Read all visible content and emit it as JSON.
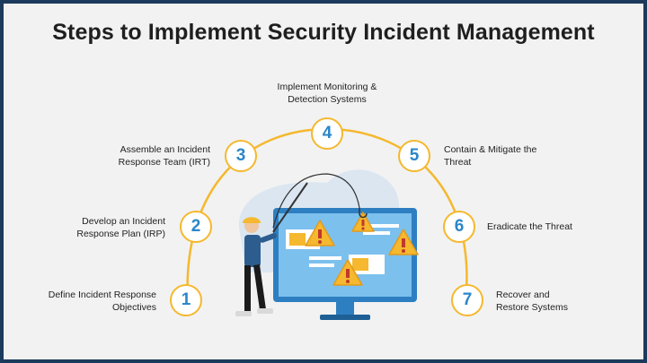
{
  "title": "Steps to Implement Security Incident Management",
  "steps": [
    {
      "num": "1",
      "label_lines": [
        "Define Incident Response",
        "Objectives"
      ]
    },
    {
      "num": "2",
      "label_lines": [
        "Develop an Incident",
        "Response Plan (IRP)"
      ]
    },
    {
      "num": "3",
      "label_lines": [
        "Assemble an Incident",
        "Response Team (IRT)"
      ]
    },
    {
      "num": "4",
      "label_lines": [
        "Implement Monitoring &",
        "Detection Systems"
      ]
    },
    {
      "num": "5",
      "label_lines": [
        "Contain & Mitigate the",
        "Threat"
      ]
    },
    {
      "num": "6",
      "label_lines": [
        "Eradicate the Threat"
      ]
    },
    {
      "num": "7",
      "label_lines": [
        "Recover and",
        "Restore Systems"
      ]
    }
  ],
  "colors": {
    "accent": "#f5b82e",
    "number": "#2b86c9",
    "monitor": "#5aa6e0",
    "warning": "#f5b82e",
    "border": "#1b3a5c",
    "background": "#f2f2f2"
  },
  "icons": [
    "warning-icon",
    "fishing-hook-icon",
    "monitor-icon",
    "hacker-figure"
  ]
}
